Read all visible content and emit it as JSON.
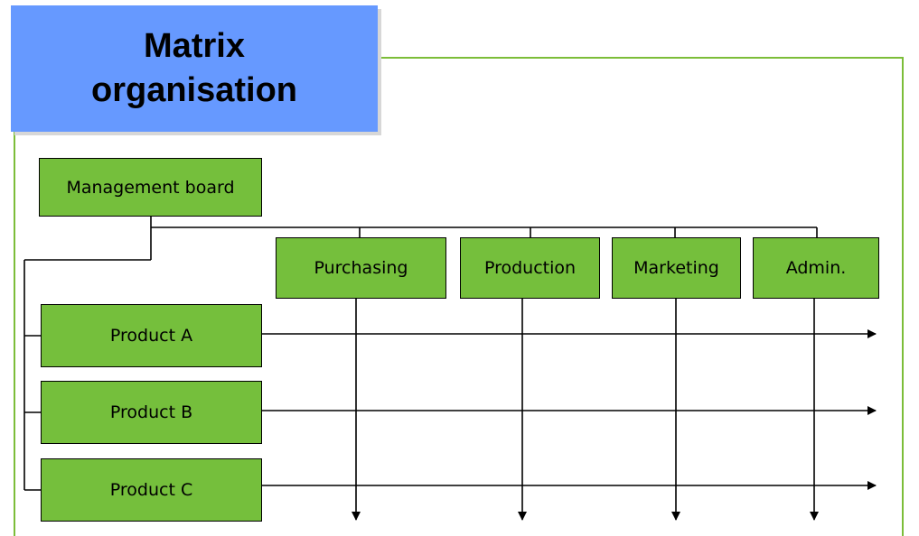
{
  "title": "Matrix\norganisation",
  "boxes": {
    "management": "Management board",
    "purchasing": "Purchasing",
    "production": "Production",
    "marketing": "Marketing",
    "admin": "Admin.",
    "product_a": "Product A",
    "product_b": "Product B",
    "product_c": "Product C"
  },
  "colors": {
    "title_bg": "#6699ff",
    "box_fill": "#75bf3c",
    "frame_border": "#7cbd39",
    "line": "#000000"
  }
}
